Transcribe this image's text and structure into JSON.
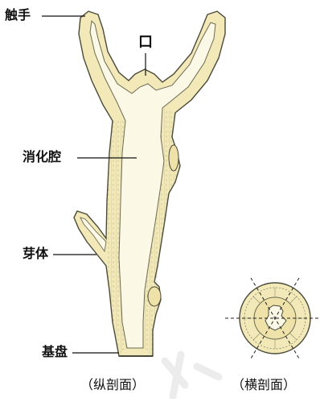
{
  "labels": {
    "tentacle": "触手",
    "mouth": "口",
    "gastric_cavity": "消化腔",
    "bud": "芽体",
    "basal_disc": "基盘"
  },
  "captions": {
    "longitudinal": "（纵剖面）",
    "transverse": "（横剖面）"
  },
  "colors": {
    "body_wall": "#f3e9b8",
    "cavity": "#fbf8e6",
    "outline": "#4a4a3a",
    "cell_line": "#8a8a6a",
    "dash": "#222222"
  }
}
